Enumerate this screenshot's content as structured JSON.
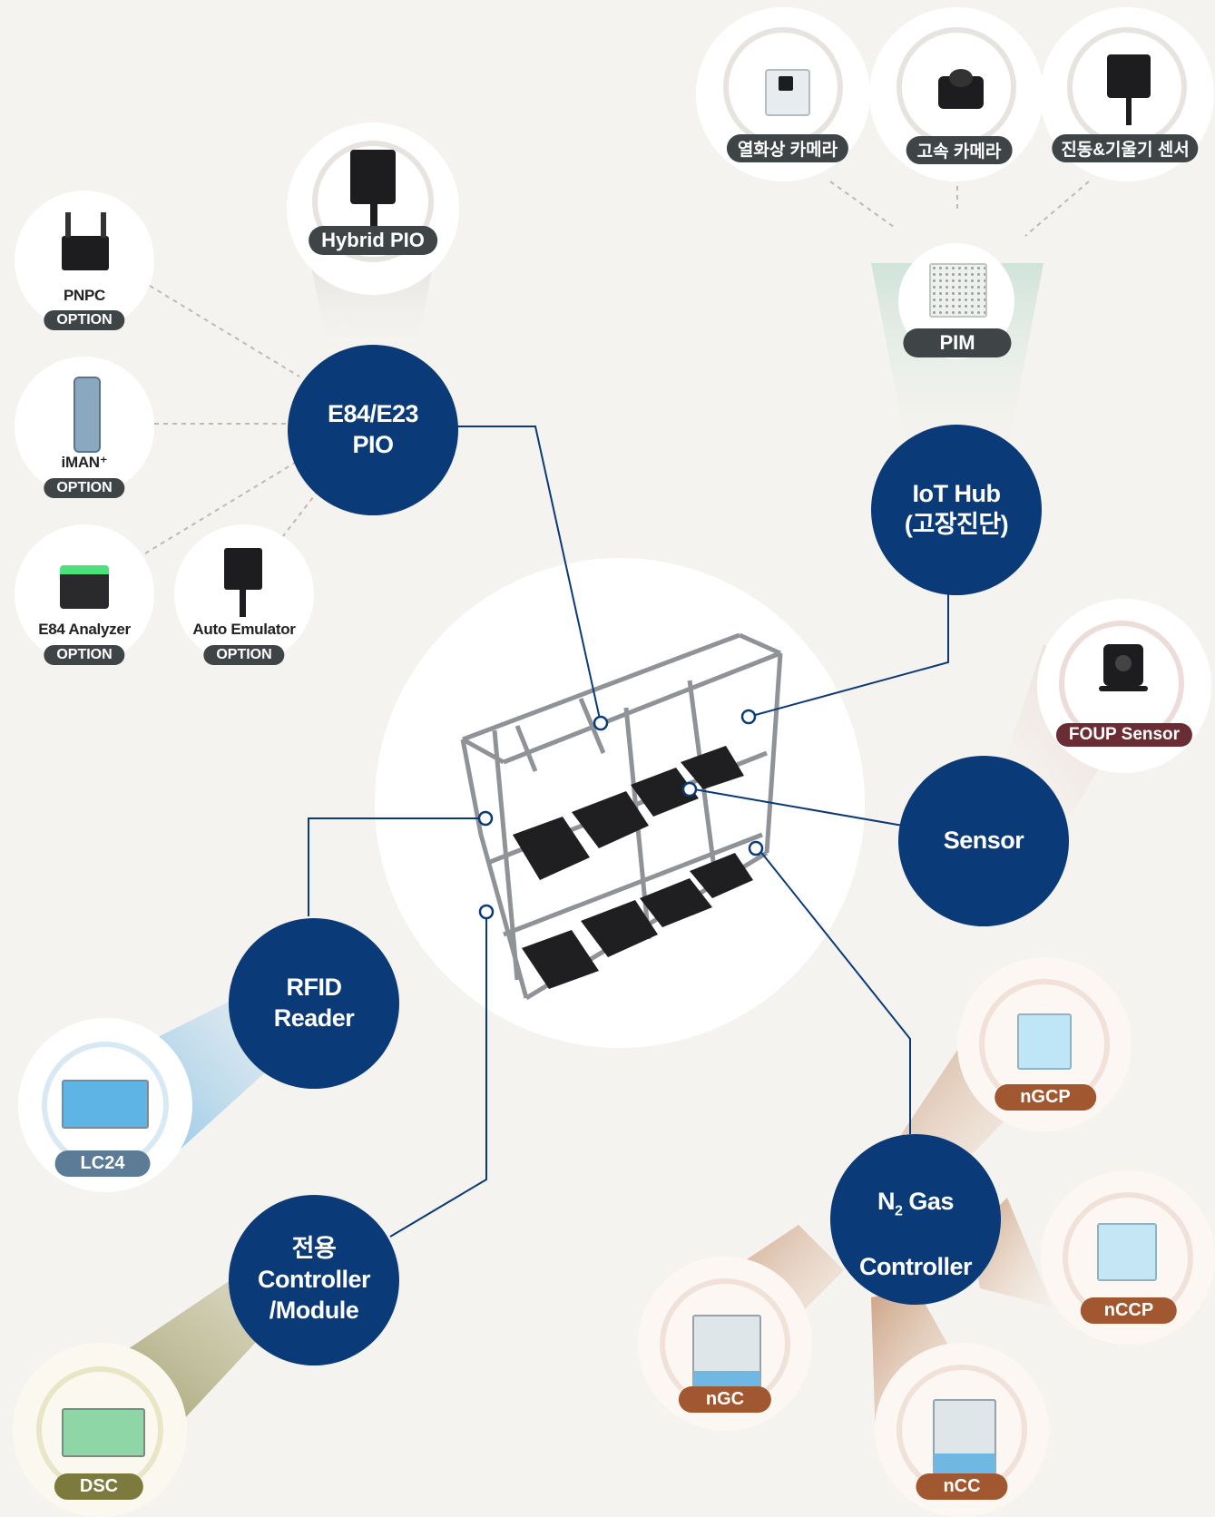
{
  "hubs": {
    "pio": "E84/E23\nPIO",
    "iot": "IoT Hub\n(고장진단)",
    "sensor": "Sensor",
    "rfid": "RFID\nReader",
    "controller": "전용\nController\n/Module",
    "n2_main": "N",
    "n2_sub": "2",
    "n2_rest": " Gas",
    "n2_line2": "Controller"
  },
  "devices": {
    "hybrid_pio": "Hybrid PIO",
    "pnpc": "PNPC",
    "iman": "iMAN⁺",
    "e84_analyzer": "E84 Analyzer",
    "auto_emulator": "Auto Emulator",
    "option": "OPTION",
    "thermal_camera": "열화상 카메라",
    "highspeed_camera": "고속 카메라",
    "vibration_sensor": "진동&기울기 센서",
    "pim": "PIM",
    "foup_sensor": "FOUP Sensor",
    "lc24": "LC24",
    "dsc": "DSC",
    "ngcp": "nGCP",
    "nccp": "nCCP",
    "ngc": "nGC",
    "ncc": "nCC"
  },
  "colors": {
    "hub": "#0b3a78",
    "pill_dark": "#3f4447",
    "pill_foup": "#6a2d33",
    "pill_lc24": "#5b7b97",
    "pill_dsc": "#7d7a3e",
    "pill_n2": "#a1572f",
    "connector": "#0b3a78"
  }
}
